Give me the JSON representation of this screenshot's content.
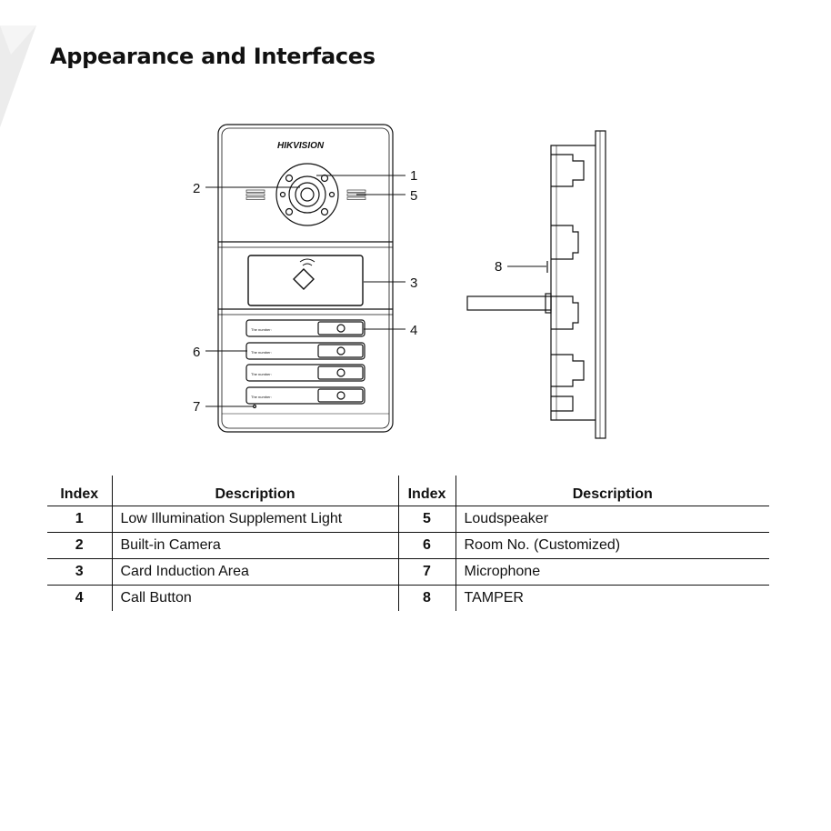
{
  "page": {
    "title": "Appearance and Interfaces"
  },
  "figure": {
    "brand_logo": "HIKVISION",
    "button_label": "The number:",
    "callouts": [
      {
        "index": "1"
      },
      {
        "index": "2"
      },
      {
        "index": "3"
      },
      {
        "index": "4"
      },
      {
        "index": "5"
      },
      {
        "index": "6"
      },
      {
        "index": "7"
      },
      {
        "index": "8"
      }
    ]
  },
  "table": {
    "headers": [
      "Index",
      "Description",
      "Index",
      "Description"
    ],
    "rows": [
      {
        "left_index": "1",
        "left_desc": "Low Illumination Supplement Light",
        "right_index": "5",
        "right_desc": "Loudspeaker"
      },
      {
        "left_index": "2",
        "left_desc": "Built-in Camera",
        "right_index": "6",
        "right_desc": "Room No. (Customized)"
      },
      {
        "left_index": "3",
        "left_desc": "Card Induction Area",
        "right_index": "7",
        "right_desc": "Microphone"
      },
      {
        "left_index": "4",
        "left_desc": "Call Button",
        "right_index": "8",
        "right_desc": "TAMPER"
      }
    ]
  }
}
